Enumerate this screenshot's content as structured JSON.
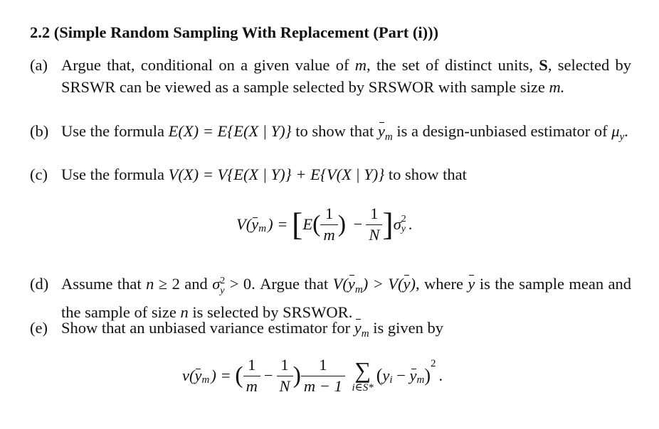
{
  "section": {
    "title": "2.2 (Simple Random Sampling With Replacement (Part (i)))"
  },
  "items": [
    {
      "label": "(a)"
    },
    {
      "label": "(b)"
    },
    {
      "label": "(c)"
    },
    {
      "label": "(d)"
    },
    {
      "label": "(e)"
    }
  ],
  "text": {
    "a1": "Argue that, conditional on a given value of ",
    "a2": ", the set of distinct units, ",
    "a3": ", selected by SRSWR can be viewed as a sample selected by SRSWOR with sample size ",
    "b1": "Use the formula ",
    "b2": " to show that ",
    "b3": " is a design-unbiased estimator of ",
    "c1": "Use the formula ",
    "c2": " to show that",
    "d1": "Assume that ",
    "d2": " and ",
    "d3": ". Argue that ",
    "d4": ", where ",
    "d5": " is the sample mean and the sample of size ",
    "d6": " is selected by SRSWOR.",
    "e1": "Show that an unbiased variance estimator for ",
    "e2": " is given by"
  },
  "math": {
    "m": "m",
    "m_period": "m.",
    "S": "S",
    "n": "n",
    "EX": "E(X) = E{E(X | Y)}",
    "mu_base": "μ",
    "mu_sub": "y",
    "VX": "V(X) = V{E(X | Y)} + E{V(X | Y)}",
    "ge2": " ≥ 2",
    "sigma": "σ",
    "sig_sub": "y",
    "sq": "2",
    "gt0": " > 0",
    "Vym_gt": "V(",
    "Vym_gt_b": ") > V(",
    "Vym_gt_c": ")",
    "y": "y",
    "ym_sub": "m"
  },
  "display1": {
    "V_open": "V(",
    "V_close": ") =",
    "E": "E",
    "one": "1",
    "m": "m",
    "minus": "−",
    "N": "N",
    "end": "."
  },
  "display2": {
    "v_open": "v(",
    "v_close": ") =",
    "one": "1",
    "m": "m",
    "minus": "−",
    "N": "N",
    "m_minus_1": "m − 1",
    "sigma_sym": "∑",
    "sum_limit": "i∈S*",
    "term_open": "(y",
    "i": "i",
    "term_mid": " − ",
    "term_close": ")",
    "sq": "2",
    "end": "."
  }
}
